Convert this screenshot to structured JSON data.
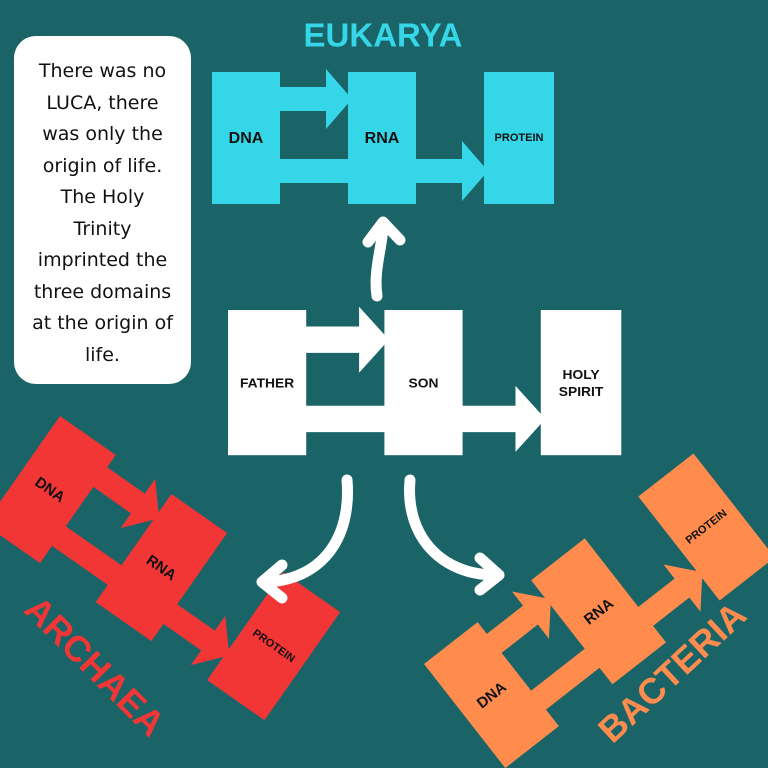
{
  "colors": {
    "background": "#1a6468",
    "eukarya": "#35d6e8",
    "trinity": "#ffffff",
    "archaea": "#f23535",
    "bacteria": "#ff8c4c",
    "box_text": "#111111"
  },
  "note": {
    "text": "There was no\nLUCA, there\nwas only the\norigin of life.\nThe Holy\nTrinity\nimprinted the\nthree domains\nat the origin of\nlife."
  },
  "eukarya": {
    "title": "EUKARYA",
    "boxes": [
      "DNA",
      "RNA",
      "PROTEIN"
    ]
  },
  "trinity": {
    "boxes": [
      "FATHER",
      "SON",
      "HOLY\nSPIRIT"
    ]
  },
  "archaea": {
    "title": "ARCHAEA",
    "boxes": [
      "DNA",
      "RNA",
      "PROTEIN"
    ]
  },
  "bacteria": {
    "title": "BACTERIA",
    "boxes": [
      "DNA",
      "RNA",
      "PROTEIN"
    ]
  }
}
